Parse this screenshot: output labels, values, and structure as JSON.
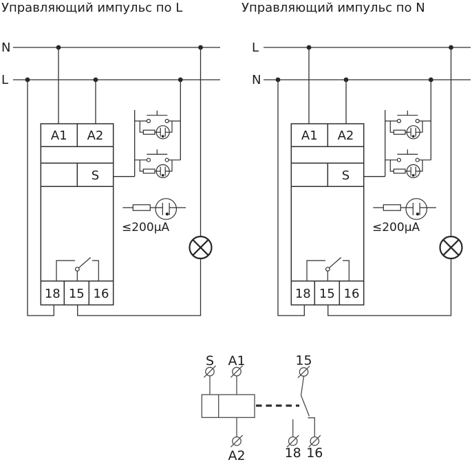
{
  "page": {
    "background": "#ffffff",
    "line_color": "#2e2e2e",
    "schematic_line_color": "#4a4a4a",
    "text_color": "#1d1d1d"
  },
  "diagrams": [
    {
      "title": "Управляющий импульс по L",
      "rail_top": "N",
      "rail_bottom": "L"
    },
    {
      "title": "Управляющий импульс по N",
      "rail_top": "L",
      "rail_bottom": "N"
    }
  ],
  "device": {
    "a1": "A1",
    "a2": "A2",
    "s": "S",
    "t18": "18",
    "t15": "15",
    "t16": "16"
  },
  "annotation": {
    "max_current": "≤200μA"
  },
  "schematic": {
    "s": "S",
    "a1": "A1",
    "a2": "A2",
    "t15": "15",
    "t18": "18",
    "t16": "16"
  },
  "icons": {
    "junction-dot": "filled-circle",
    "load-lamp-icon": "circle-with-x-cross",
    "neon-lamp-icon": "circle-with-electrodes-and-dot",
    "resistor-icon": "rectangle",
    "push-button-icon": "T-actuator-over-open-contacts",
    "changeover-contact-icon": "pivot-arm-between-two-fixed-contacts",
    "screw-terminal-icon": "circle-with-slash",
    "relay-coil-icon": "divided-rectangle",
    "mechanical-link-icon": "thick-dashed-line"
  }
}
